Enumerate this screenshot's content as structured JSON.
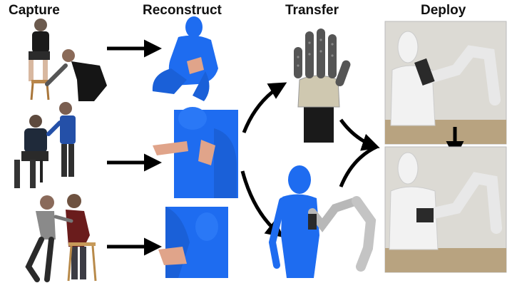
{
  "headers": {
    "capture": "Capture",
    "reconstruct": "Reconstruct",
    "transfer": "Transfer",
    "deploy": "Deploy"
  },
  "colors": {
    "body_blue": "#1e6cf0",
    "skin": "#e0a48a",
    "robot_white": "#f2f2f2",
    "robot_dark": "#2a2a2a",
    "arrow": "#000000"
  }
}
